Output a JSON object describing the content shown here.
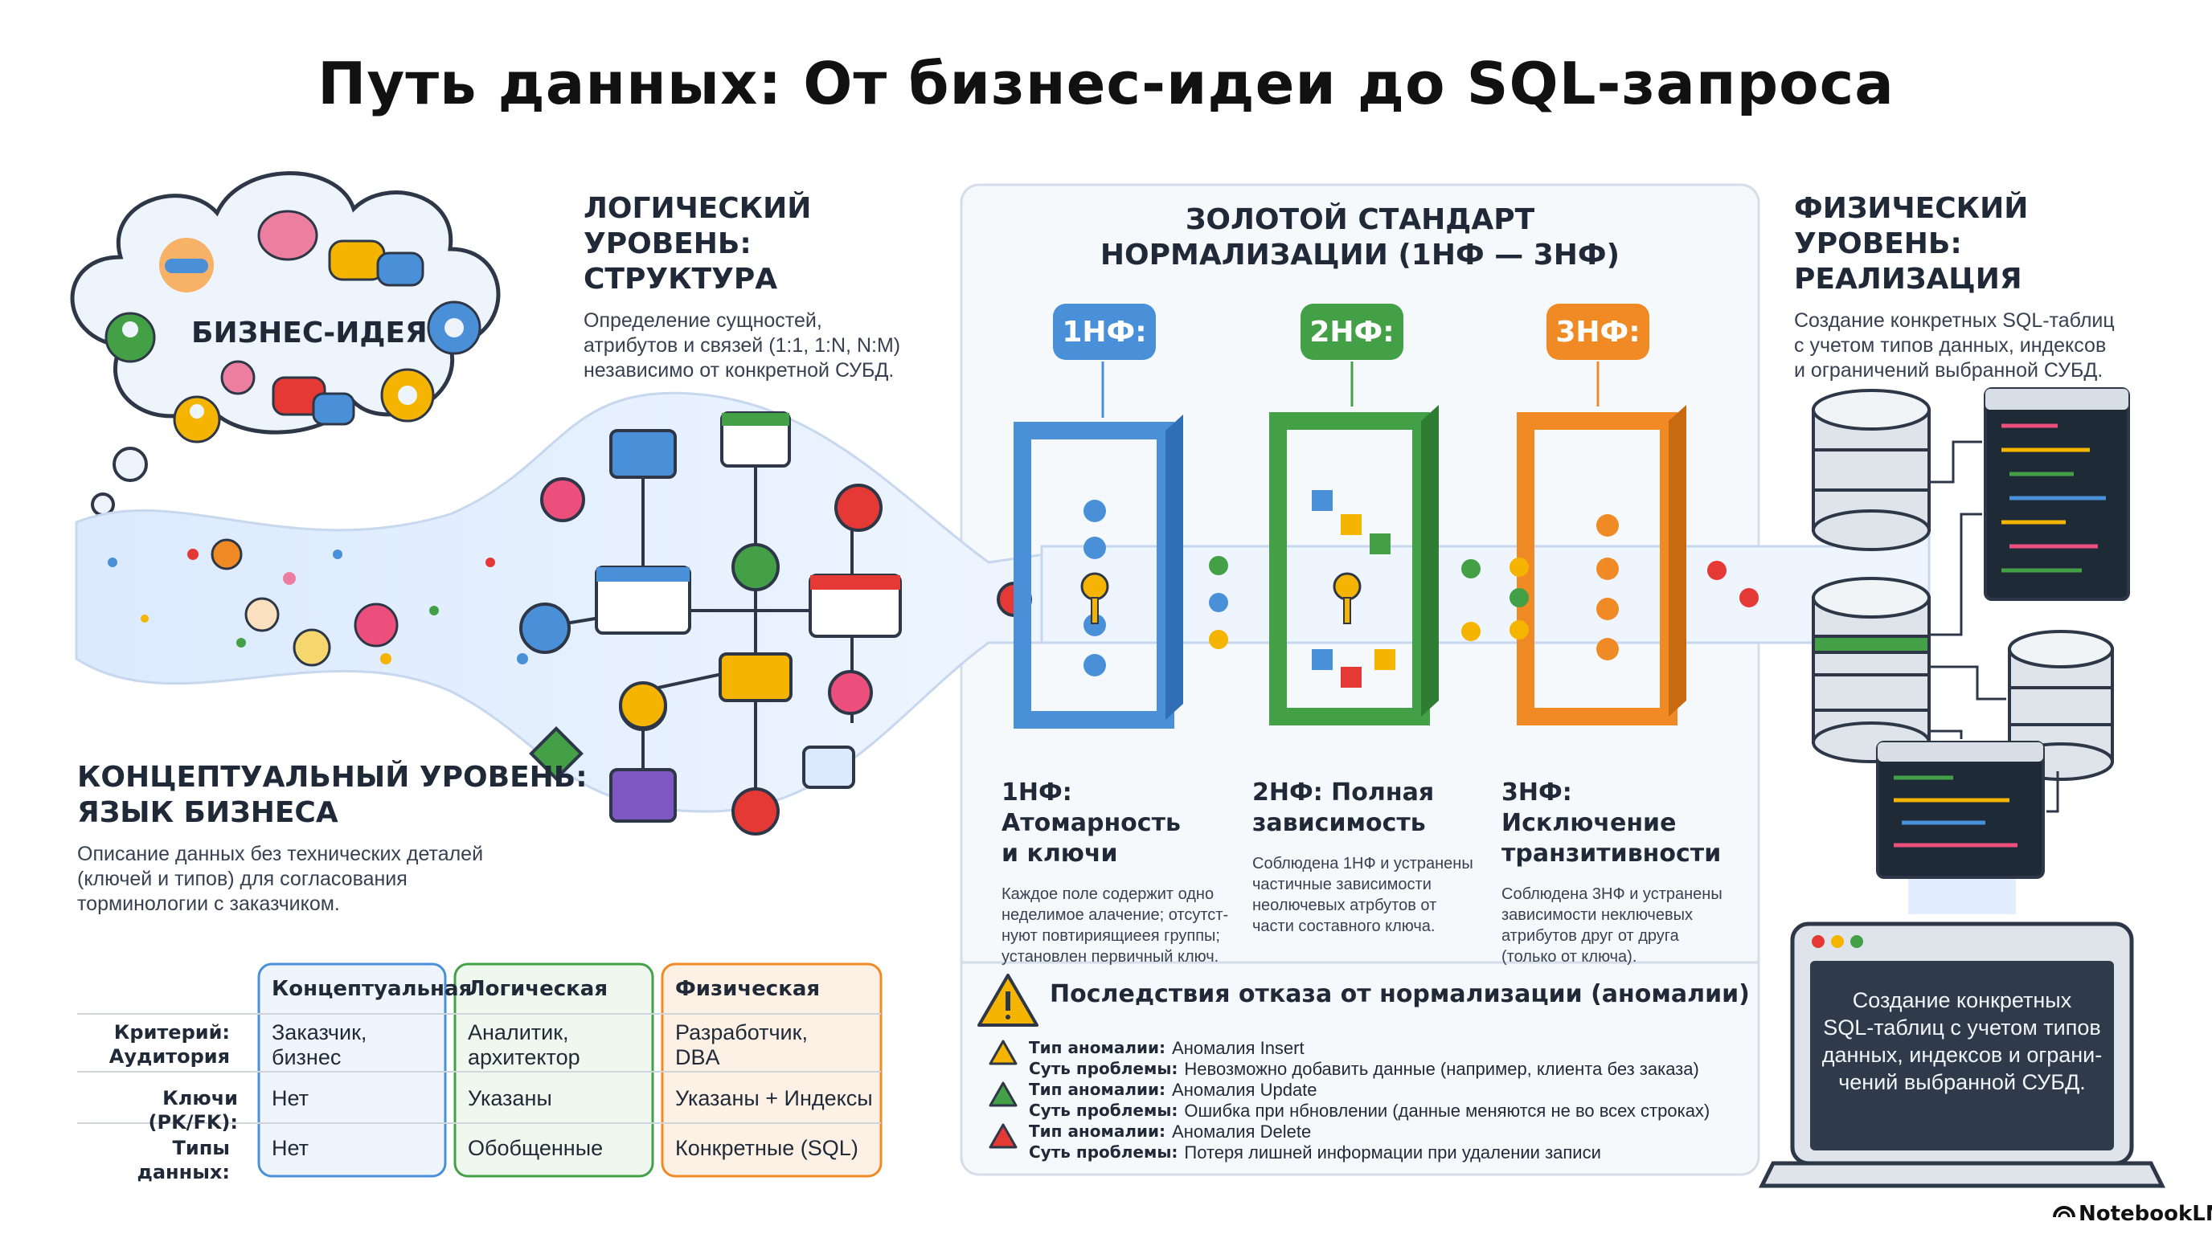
{
  "title": "Путь данных: От бизнес-идеи до SQL-запроса",
  "business_idea": {
    "label": "БИЗНЕС-ИДЕЯ"
  },
  "conceptual": {
    "title_line1": "КОНЦЕПТУАЛЬНЫЙ УРОВЕНЬ:",
    "title_line2": "ЯЗЫК БИЗНЕСА",
    "desc_line1": "Описание данных без технических деталей",
    "desc_line2": "(ключей и типов) для согласования",
    "desc_line3": "торминологии с заказчиком."
  },
  "logical": {
    "title_line1": "ЛОГИЧЕСКИЙ УРОВЕНЬ:",
    "title_line2": "СТРУКТУРА",
    "desc_line1": "Определение сущностей,",
    "desc_line2": "атрибутов и связей (1:1, 1:N, N:M)",
    "desc_line3": "независимо от конкретной СУБД."
  },
  "normalization": {
    "title_line1": "ЗОЛОТОЙ СТАНДАРТ",
    "title_line2": "НОРМАЛИЗАЦИИ (1НФ — 3НФ)",
    "forms": [
      {
        "badge": "1НФ:",
        "head_line1": "1НФ: Атомарность",
        "head_line2": "и ключи",
        "desc": [
          "Каждое поле содержит одно",
          "неделимое алачение; отсутст-",
          "нуют повтириящиеея группы;",
          "установлен первичный ключ."
        ]
      },
      {
        "badge": "2НФ:",
        "head_line1": "2НФ: Полная",
        "head_line2": "зависимость",
        "desc": [
          "Соблюдена 1НФ и устранены",
          "частичные зависимости",
          "неолючевых атрбутов от",
          "части составного ключа."
        ]
      },
      {
        "badge": "3НФ:",
        "head_line1": "3НФ: Исключение",
        "head_line2": "транзитивности",
        "desc": [
          "Соблюдена 3НФ и устранены",
          "зависимости неключевых",
          "атрибутов друг от друга",
          "(только от ключа)."
        ]
      }
    ]
  },
  "physical": {
    "title_line1": "ФИЗИЧЕСКИЙ УРОВЕНЬ:",
    "title_line2": "РЕАЛИЗАЦИЯ",
    "desc_line1": "Создание конкретных SQL-таблиц",
    "desc_line2": "с учетом типов данных, индексов",
    "desc_line3": "и ограничений выбранной СУБД."
  },
  "comparison_table": {
    "columns": [
      "Концептуальная",
      "Логическая",
      "Физическая"
    ],
    "rows": [
      {
        "criterion_line1": "Критерий:",
        "criterion_line2": "Аудитория",
        "cells": [
          [
            "Заказчик,",
            "бизнес"
          ],
          [
            "Аналитик,",
            "архитектор"
          ],
          [
            "Разработчик,",
            "DBA"
          ]
        ]
      },
      {
        "criterion_line1": "Ключи (PK/FK):",
        "criterion_line2": "",
        "cells": [
          [
            "Нет",
            ""
          ],
          [
            "Указаны",
            ""
          ],
          [
            "Указаны + Индексы",
            ""
          ]
        ]
      },
      {
        "criterion_line1": "Типы данных:",
        "criterion_line2": "",
        "cells": [
          [
            "Нет",
            ""
          ],
          [
            "Обобщенные",
            ""
          ],
          [
            "Конкретные (SQL)",
            ""
          ]
        ]
      }
    ],
    "colors": {
      "conceptual": "#4a90d9",
      "logical": "#43a047",
      "physical": "#f08a24"
    }
  },
  "anomalies": {
    "title": "Последствия отказа от нормализации (аномалии)",
    "type_label": "Тип аномалии:",
    "problem_label": "Суть проблемы:",
    "items": [
      {
        "type": "Аномалия Insert",
        "problem": "Невозможно добавить данные (например, клиента без заказа)",
        "color": "#f5b400"
      },
      {
        "type": "Аномалия Update",
        "problem": "Ошибка при нбновлении (данные меняются не во всех строках)",
        "color": "#43a047"
      },
      {
        "type": "Аномалия Delete",
        "problem": "Потеря лишней информации при удалении записи",
        "color": "#e53935"
      }
    ]
  },
  "laptop": {
    "line1": "Создание конкретных",
    "line2": "SQL-таблиц с учетом типов",
    "line3": "данных, индексов и ограни-",
    "line4": "чений выбранной СУБД."
  },
  "logo": {
    "text": "NotebookLM"
  },
  "icons": [
    "handshake-icon",
    "brain-icon",
    "chat-bubble-icon",
    "gear-icon",
    "person-icon",
    "lightbulb-icon",
    "key-icon",
    "database-icon",
    "code-window-icon",
    "laptop-icon",
    "warning-icon"
  ]
}
